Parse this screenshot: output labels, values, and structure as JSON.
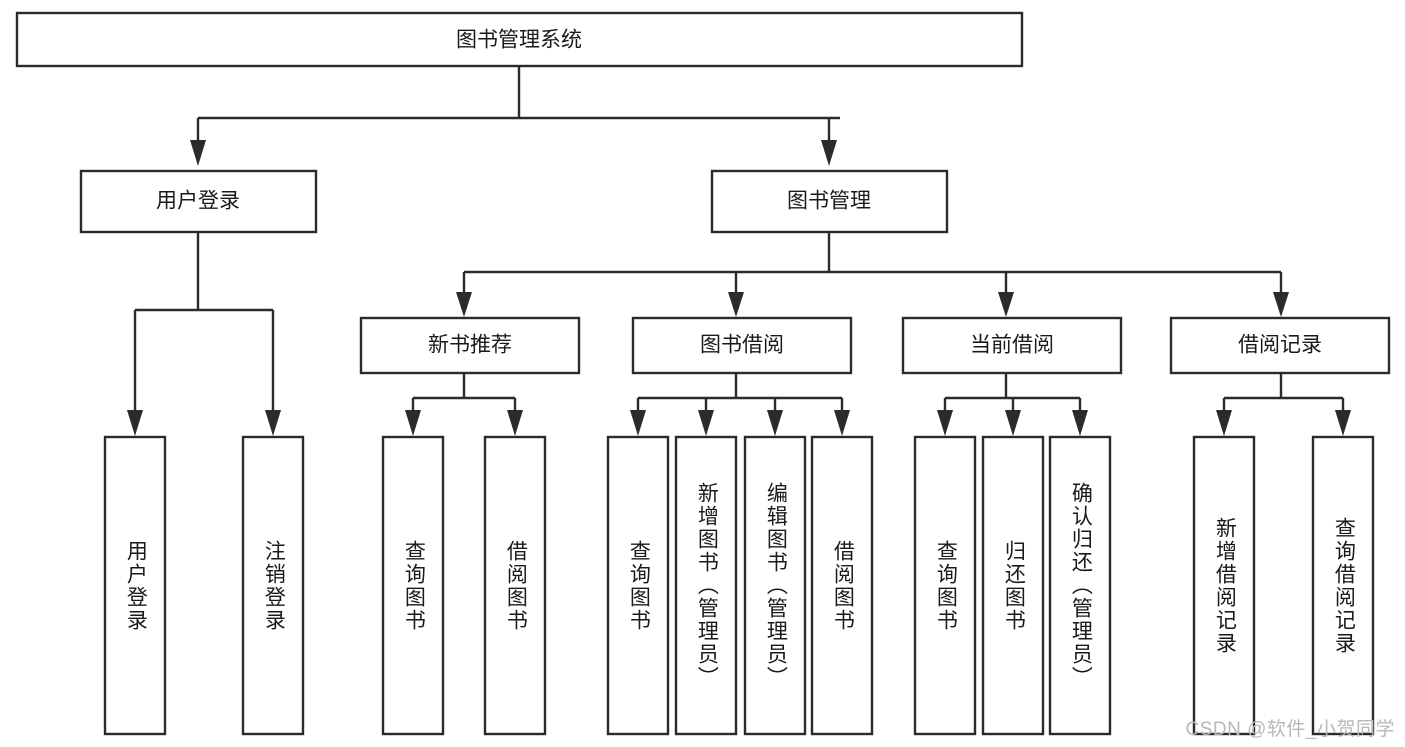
{
  "diagram": {
    "title": "图书管理系统",
    "watermark": "CSDN @软件_小贺同学",
    "accent_color": "#2b2b2b",
    "box_fill": "#ffffff",
    "levels": {
      "root": {
        "label": "图书管理系统"
      },
      "level2": [
        {
          "id": "user-login",
          "label": "用户登录"
        },
        {
          "id": "book-management",
          "label": "图书管理"
        }
      ],
      "level3": [
        {
          "id": "new-book-recommend",
          "label": "新书推荐"
        },
        {
          "id": "book-borrow",
          "label": "图书借阅"
        },
        {
          "id": "current-borrow",
          "label": "当前借阅"
        },
        {
          "id": "borrow-record",
          "label": "借阅记录"
        }
      ],
      "leaves": {
        "user_login": [
          {
            "id": "leaf-user-login",
            "label": "用户登录"
          },
          {
            "id": "leaf-logout-login",
            "label": "注销登录"
          }
        ],
        "new_book_recommend": [
          {
            "id": "leaf-query-book-1",
            "label": "查询图书"
          },
          {
            "id": "leaf-borrow-book-1",
            "label": "借阅图书"
          }
        ],
        "book_borrow": [
          {
            "id": "leaf-query-book-2",
            "label": "查询图书"
          },
          {
            "id": "leaf-add-book",
            "label": "新增图书（管理员）"
          },
          {
            "id": "leaf-edit-book",
            "label": "编辑图书（管理员）"
          },
          {
            "id": "leaf-borrow-book-2",
            "label": "借阅图书"
          }
        ],
        "current_borrow": [
          {
            "id": "leaf-query-book-3",
            "label": "查询图书"
          },
          {
            "id": "leaf-return-book",
            "label": "归还图书"
          },
          {
            "id": "leaf-confirm-return",
            "label": "确认归还（管理员）"
          }
        ],
        "borrow_record": [
          {
            "id": "leaf-add-borrow-record",
            "label": "新增借阅记录"
          },
          {
            "id": "leaf-query-borrow-record",
            "label": "查询借阅记录"
          }
        ]
      }
    }
  }
}
